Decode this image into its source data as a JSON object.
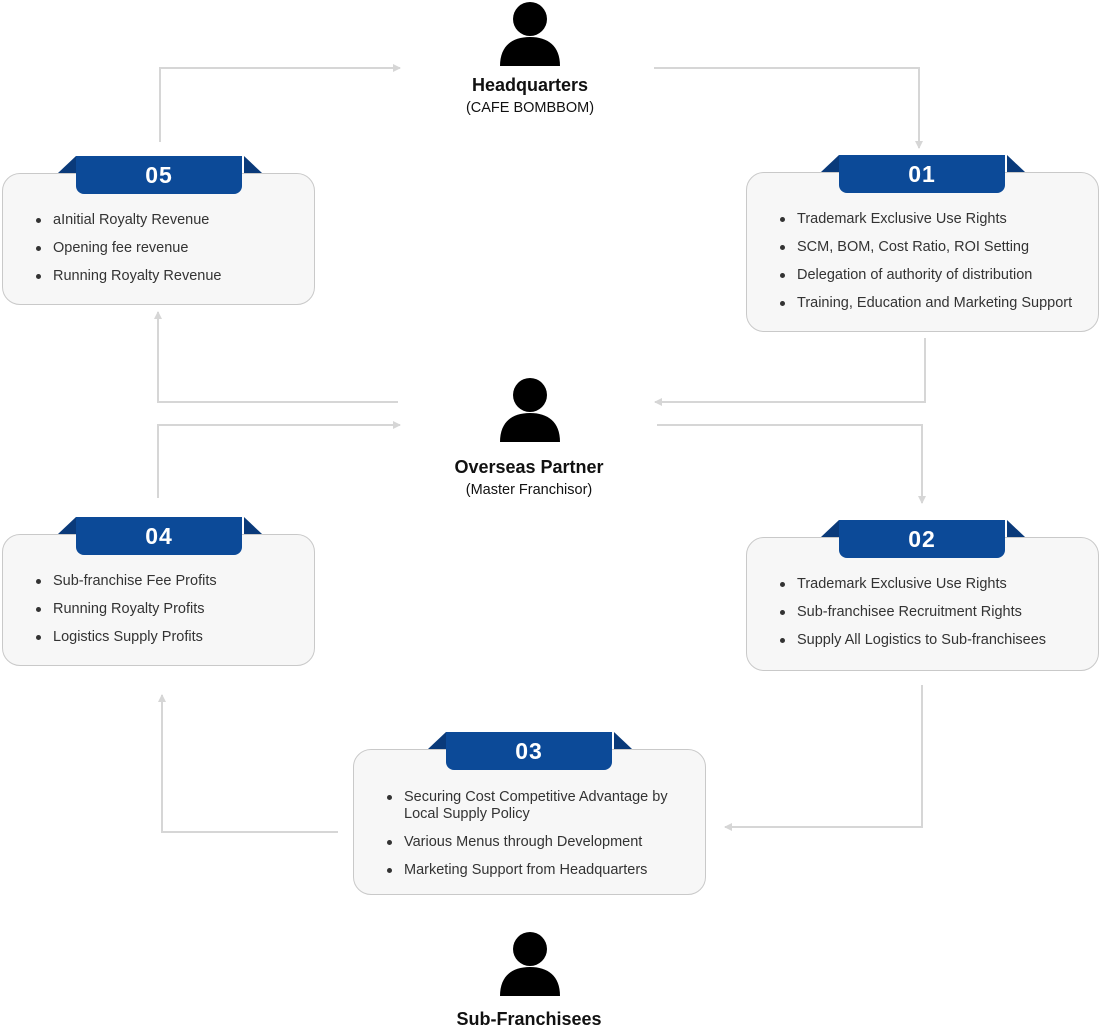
{
  "nodes": {
    "headquarters": {
      "title": "Headquarters",
      "subtitle": "(CAFE BOMBBOM)"
    },
    "overseas_partner": {
      "title": "Overseas Partner",
      "subtitle": "(Master Franchisor)"
    },
    "sub_franchisees": {
      "title": "Sub-Franchisees"
    }
  },
  "cards": {
    "c01": {
      "number": "01",
      "items": [
        "Trademark Exclusive Use Rights",
        "SCM, BOM, Cost Ratio, ROI Setting",
        "Delegation of authority of distribution",
        "Training, Education and Marketing Support"
      ]
    },
    "c02": {
      "number": "02",
      "items": [
        "Trademark Exclusive Use Rights",
        "Sub-franchisee Recruitment Rights",
        "Supply All Logistics to Sub-franchisees"
      ]
    },
    "c03": {
      "number": "03",
      "items": [
        "Securing Cost Competitive Advantage by Local Supply Policy",
        "Various Menus through Development",
        "Marketing Support from Headquarters"
      ]
    },
    "c04": {
      "number": "04",
      "items": [
        "Sub-franchise Fee Profits",
        "Running Royalty Profits",
        "Logistics Supply Profits"
      ]
    },
    "c05": {
      "number": "05",
      "items": [
        "aInitial Royalty Revenue",
        "Opening fee revenue",
        "Running Royalty Revenue"
      ]
    }
  },
  "colors": {
    "badge": "#0c4a98",
    "badge_wing": "#0a3a7a",
    "connector": "#d6d6d6"
  },
  "icons": {
    "person": "person-icon"
  }
}
